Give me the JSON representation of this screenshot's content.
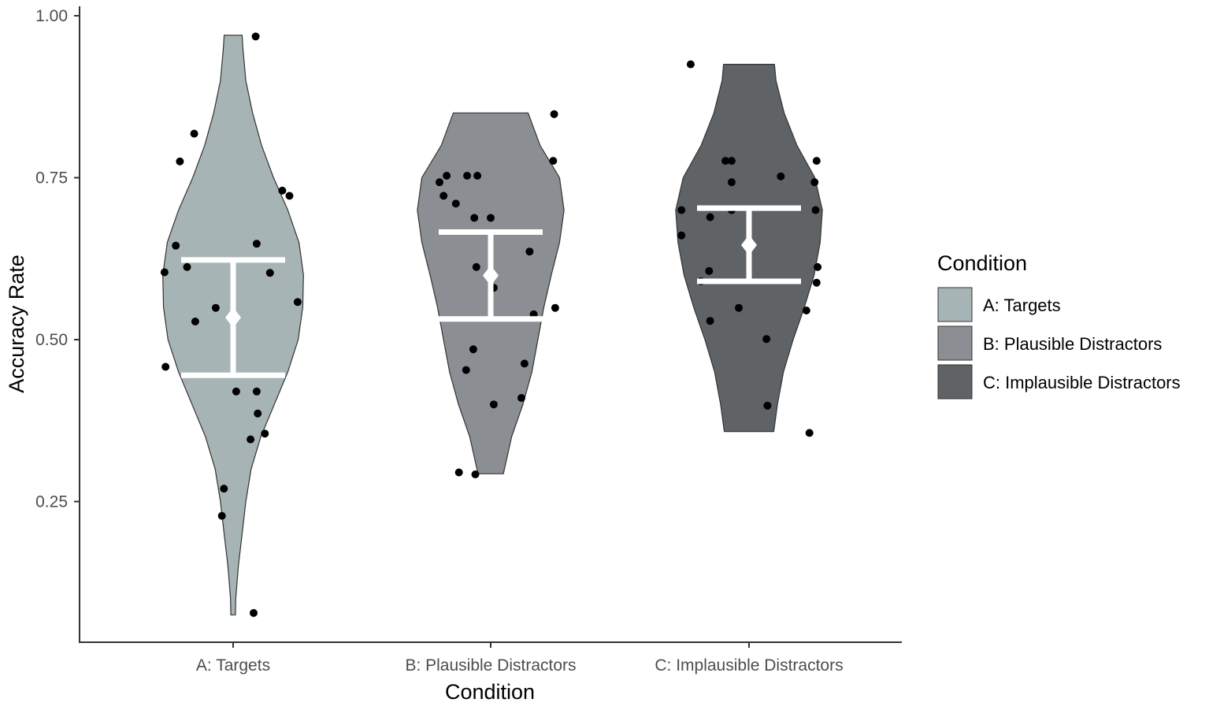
{
  "chart_data": {
    "type": "violin",
    "xlabel": "Condition",
    "ylabel": "Accuracy Rate",
    "ylim": [
      0.055,
      1.0
    ],
    "yticks": [
      0.25,
      0.5,
      0.75,
      1.0
    ],
    "ytick_labels": [
      "0.25",
      "0.50",
      "0.75",
      "1.00"
    ],
    "categories": [
      "A: Targets",
      "B: Plausible Distractors",
      "C: Implausible Distractors"
    ],
    "colors": [
      "#a7b4b5",
      "#8b8f93",
      "#5f6366"
    ],
    "legend": {
      "title": "Condition",
      "position": "right",
      "entries": [
        "A: Targets",
        "B: Plausible Distractors",
        "C: Implausible Distractors"
      ]
    },
    "grid": false,
    "series": [
      {
        "category": "A: Targets",
        "mean": 0.534,
        "ci_low": 0.445,
        "ci_high": 0.623,
        "violin": [
          [
            0.075,
            0.03
          ],
          [
            0.1,
            0.035
          ],
          [
            0.15,
            0.07
          ],
          [
            0.2,
            0.12
          ],
          [
            0.25,
            0.17
          ],
          [
            0.3,
            0.24
          ],
          [
            0.35,
            0.37
          ],
          [
            0.4,
            0.55
          ],
          [
            0.45,
            0.73
          ],
          [
            0.5,
            0.87
          ],
          [
            0.55,
            0.93
          ],
          [
            0.6,
            0.94
          ],
          [
            0.65,
            0.88
          ],
          [
            0.7,
            0.73
          ],
          [
            0.75,
            0.54
          ],
          [
            0.8,
            0.38
          ],
          [
            0.85,
            0.26
          ],
          [
            0.9,
            0.17
          ],
          [
            0.95,
            0.13
          ],
          [
            0.97,
            0.12
          ]
        ],
        "points": [
          [
            0.968,
            0.22
          ],
          [
            0.818,
            -0.38
          ],
          [
            0.775,
            -0.52
          ],
          [
            0.73,
            0.48
          ],
          [
            0.722,
            0.55
          ],
          [
            0.645,
            -0.56
          ],
          [
            0.648,
            0.23
          ],
          [
            0.612,
            -0.45
          ],
          [
            0.603,
            0.36
          ],
          [
            0.604,
            -0.67
          ],
          [
            0.558,
            0.63
          ],
          [
            0.549,
            -0.17
          ],
          [
            0.528,
            -0.37
          ],
          [
            0.458,
            -0.66
          ],
          [
            0.42,
            0.03
          ],
          [
            0.42,
            0.23
          ],
          [
            0.386,
            0.24
          ],
          [
            0.355,
            0.31
          ],
          [
            0.346,
            0.17
          ],
          [
            0.27,
            -0.09
          ],
          [
            0.228,
            -0.11
          ],
          [
            0.078,
            0.2
          ]
        ]
      },
      {
        "category": "B: Plausible Distractors",
        "mean": 0.599,
        "ci_low": 0.532,
        "ci_high": 0.666,
        "violin": [
          [
            0.293,
            0.17
          ],
          [
            0.35,
            0.28
          ],
          [
            0.4,
            0.43
          ],
          [
            0.45,
            0.55
          ],
          [
            0.5,
            0.63
          ],
          [
            0.55,
            0.71
          ],
          [
            0.6,
            0.81
          ],
          [
            0.65,
            0.92
          ],
          [
            0.7,
            0.98
          ],
          [
            0.75,
            0.92
          ],
          [
            0.8,
            0.66
          ],
          [
            0.85,
            0.5
          ]
        ],
        "points": [
          [
            0.848,
            0.62
          ],
          [
            0.776,
            0.61
          ],
          [
            0.753,
            -0.43
          ],
          [
            0.753,
            -0.23
          ],
          [
            0.753,
            -0.13
          ],
          [
            0.743,
            -0.5
          ],
          [
            0.722,
            -0.46
          ],
          [
            0.71,
            -0.34
          ],
          [
            0.688,
            -0.16
          ],
          [
            0.688,
            0.0
          ],
          [
            0.636,
            0.38
          ],
          [
            0.612,
            -0.14
          ],
          [
            0.58,
            0.03
          ],
          [
            0.549,
            0.63
          ],
          [
            0.539,
            0.42
          ],
          [
            0.485,
            -0.17
          ],
          [
            0.463,
            0.33
          ],
          [
            0.453,
            -0.24
          ],
          [
            0.41,
            0.3
          ],
          [
            0.4,
            0.03
          ],
          [
            0.295,
            -0.31
          ],
          [
            0.292,
            -0.15
          ]
        ]
      },
      {
        "category": "C: Implausible Distractors",
        "mean": 0.646,
        "ci_low": 0.59,
        "ci_high": 0.703,
        "violin": [
          [
            0.358,
            0.33
          ],
          [
            0.4,
            0.38
          ],
          [
            0.45,
            0.46
          ],
          [
            0.5,
            0.59
          ],
          [
            0.55,
            0.74
          ],
          [
            0.6,
            0.87
          ],
          [
            0.65,
            0.95
          ],
          [
            0.7,
            0.98
          ],
          [
            0.75,
            0.88
          ],
          [
            0.8,
            0.64
          ],
          [
            0.85,
            0.47
          ],
          [
            0.9,
            0.36
          ],
          [
            0.925,
            0.34
          ]
        ],
        "points": [
          [
            0.925,
            -0.57
          ],
          [
            0.776,
            -0.23
          ],
          [
            0.776,
            -0.17
          ],
          [
            0.776,
            0.66
          ],
          [
            0.752,
            0.31
          ],
          [
            0.743,
            -0.17
          ],
          [
            0.743,
            0.64
          ],
          [
            0.7,
            -0.66
          ],
          [
            0.7,
            0.65
          ],
          [
            0.7,
            -0.17
          ],
          [
            0.689,
            -0.38
          ],
          [
            0.661,
            -0.66
          ],
          [
            0.612,
            0.67
          ],
          [
            0.606,
            -0.39
          ],
          [
            0.59,
            -0.47
          ],
          [
            0.588,
            0.66
          ],
          [
            0.549,
            -0.1
          ],
          [
            0.545,
            0.56
          ],
          [
            0.529,
            -0.38
          ],
          [
            0.501,
            0.17
          ],
          [
            0.398,
            0.18
          ],
          [
            0.356,
            0.59
          ]
        ]
      }
    ]
  }
}
